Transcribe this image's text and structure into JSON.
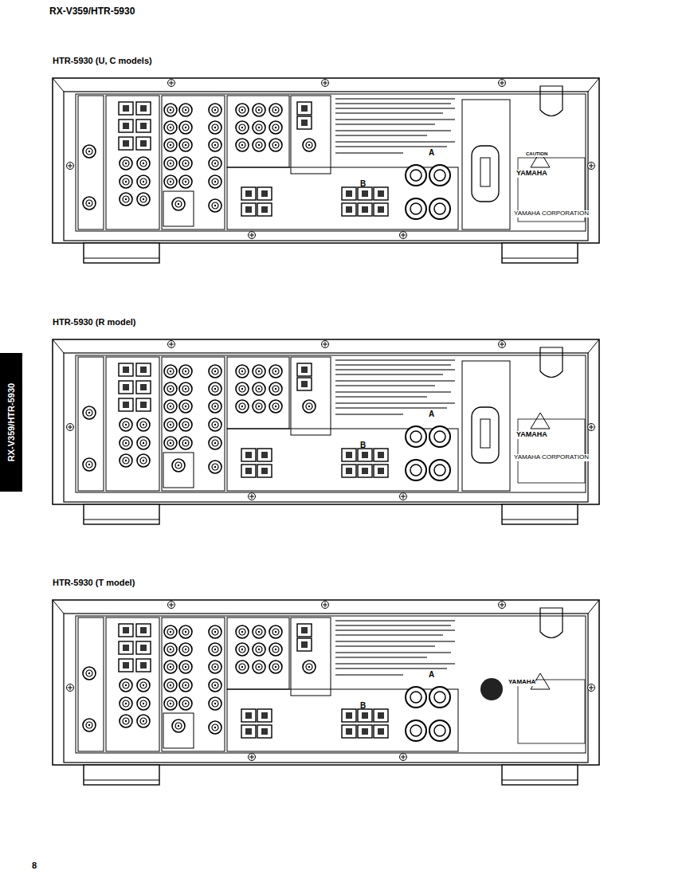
{
  "diagram": {
    "title": "RX-V359/HTR-5930",
    "labels": [
      "HTR-5930 (U, C models)",
      "HTR-5930 (R model)",
      "HTR-5930 (T model)",
      "RX-V359/HTR-5930",
      "8",
      "YAMAHA",
      "YAMAHA CORPORATION",
      "CAUTION",
      "A",
      "B",
      "YAMAHA",
      "YAMAHA CORPORATION",
      "A",
      "B",
      "YAMAHA",
      "A",
      "B"
    ]
  }
}
